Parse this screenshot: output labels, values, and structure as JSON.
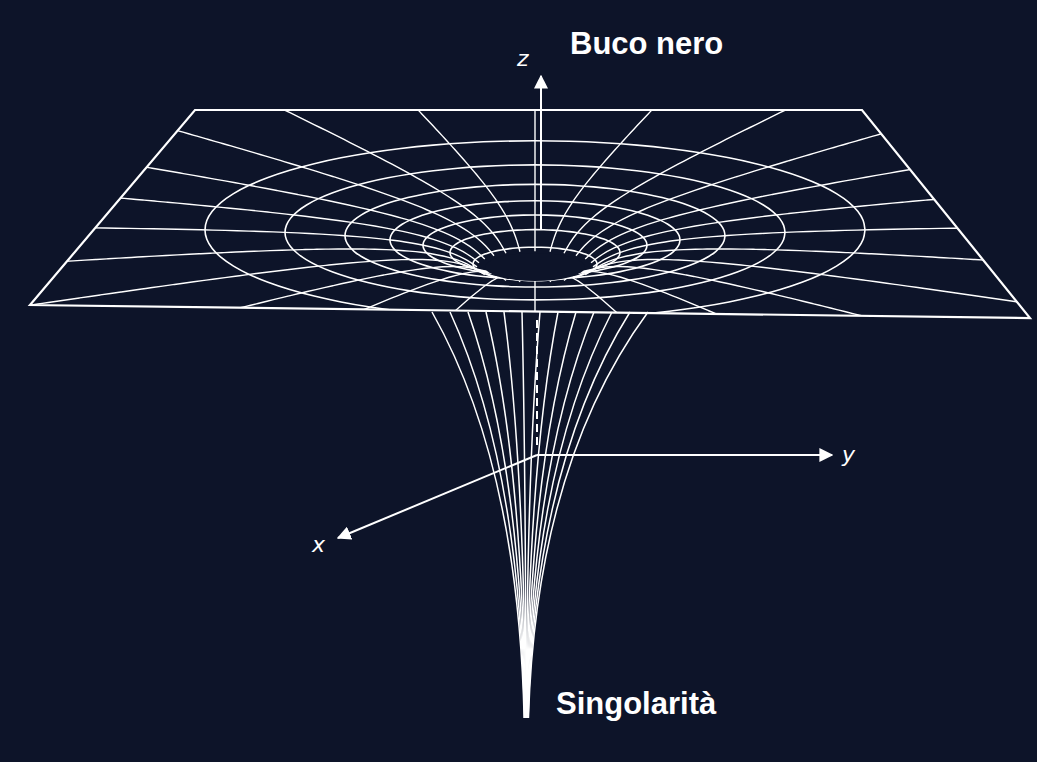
{
  "diagram": {
    "labels": [
      "z",
      "Buco nero",
      "y",
      "x",
      "Singolarità"
    ]
  }
}
